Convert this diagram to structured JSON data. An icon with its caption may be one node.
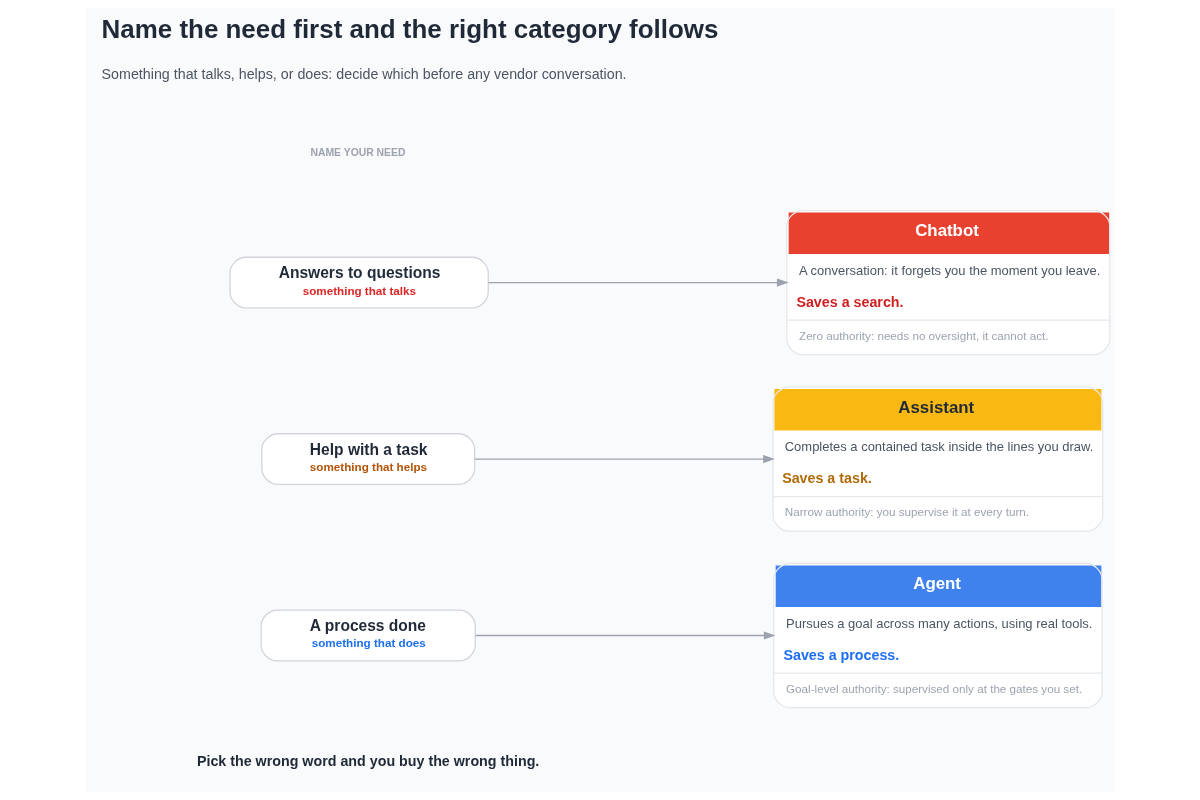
{
  "diagram": {
    "title": "Name the need first and the right category follows",
    "caption": "Pick the wrong word and you buy the wrong thing.",
    "nodes": [
      {
        "text": [
          "Answers to questions",
          "something that talks"
        ]
      },
      {
        "text": [
          "Help with a task",
          "something that helps"
        ]
      },
      {
        "text": [
          "A process done",
          "something that does"
        ]
      },
      {
        "text": [
          "Chatbot",
          "A conversation: it forgets you the moment you leave.",
          "Saves a search.",
          "Zero authority: needs no oversight, it cannot act."
        ]
      },
      {
        "text": [
          "Assistant",
          "Completes a contained task inside the lines you draw.",
          "Saves a task.",
          "Narrow authority: you supervise it at every turn."
        ]
      },
      {
        "text": [
          "Agent",
          "Pursues a goal across many actions, using real tools.",
          "Saves a process.",
          "Goal-level authority: supervised only at the gates you set."
        ]
      }
    ],
    "edges": [
      {
        "from": 0,
        "to": 3,
        "arrow": "to"
      },
      {
        "from": 1,
        "to": 4,
        "arrow": "to"
      },
      {
        "from": 2,
        "to": 5,
        "arrow": "to"
      }
    ],
    "labels": [
      "Something that talks, helps, or does: decide which before any vendor conversation.",
      "NAME YOUR NEED"
    ]
  }
}
